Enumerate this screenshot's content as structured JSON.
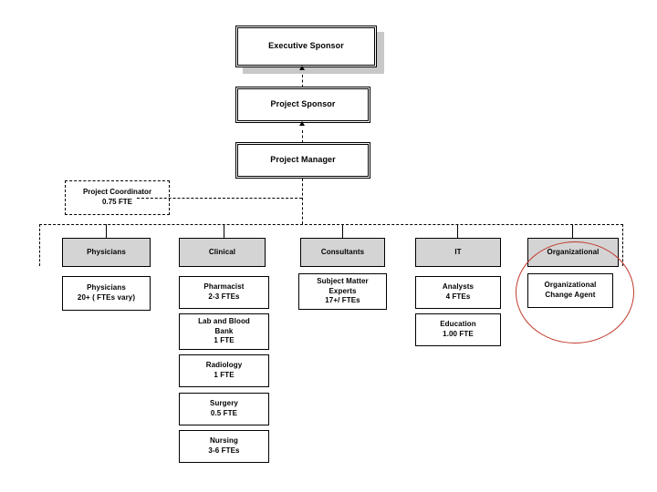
{
  "chart_title": "",
  "colors": {
    "box_border": "#000000",
    "header_fill": "#d4d4d4",
    "shadow": "#c8c8c8",
    "annotation_red": "#c0392b",
    "page_background": "#ffffff"
  },
  "hierarchy": {
    "executive_sponsor": {
      "label": "Executive Sponsor"
    },
    "project_sponsor": {
      "label": "Project Sponsor"
    },
    "project_manager": {
      "label": "Project Manager"
    },
    "project_coordinator": {
      "line1": "Project Coordinator",
      "line2": "0.75 FTE"
    }
  },
  "columns": [
    {
      "header": "Physicians",
      "items": [
        {
          "line1": "Physicians",
          "line2": "20+  ( FTEs vary)"
        }
      ]
    },
    {
      "header": "Clinical",
      "items": [
        {
          "line1": "Pharmacist",
          "line2": "2-3 FTEs"
        },
        {
          "line1": "Lab and Blood",
          "line2": "Bank",
          "line3": "1 FTE"
        },
        {
          "line1": "Radiology",
          "line2": "1 FTE"
        },
        {
          "line1": "Surgery",
          "line2": "0.5 FTE"
        },
        {
          "line1": "Nursing",
          "line2": "3-6 FTEs"
        }
      ]
    },
    {
      "header": "Consultants",
      "items": [
        {
          "line1": "Subject Matter",
          "line2": "Experts",
          "line3": "17+/  FTEs"
        }
      ]
    },
    {
      "header": "IT",
      "items": [
        {
          "line1": "Analysts",
          "line2": "4 FTEs"
        },
        {
          "line1": "Education",
          "line2": "1.00 FTE"
        }
      ]
    },
    {
      "header": "Organizational",
      "items": [
        {
          "line1": "Organizational",
          "line2": "Change Agent"
        }
      ]
    }
  ],
  "annotations": [
    {
      "type": "ellipse",
      "target": "organizational-column",
      "color": "#c0392b"
    }
  ]
}
